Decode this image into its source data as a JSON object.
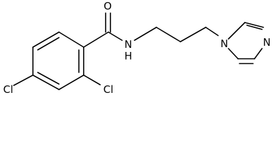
{
  "molecule": {
    "atom_labels": {
      "O": "O",
      "NH": "N",
      "H": "H",
      "Cl_para": "Cl",
      "Cl_ortho": "Cl",
      "N_imidazole_1": "N",
      "N_imidazole_3": "N"
    }
  }
}
